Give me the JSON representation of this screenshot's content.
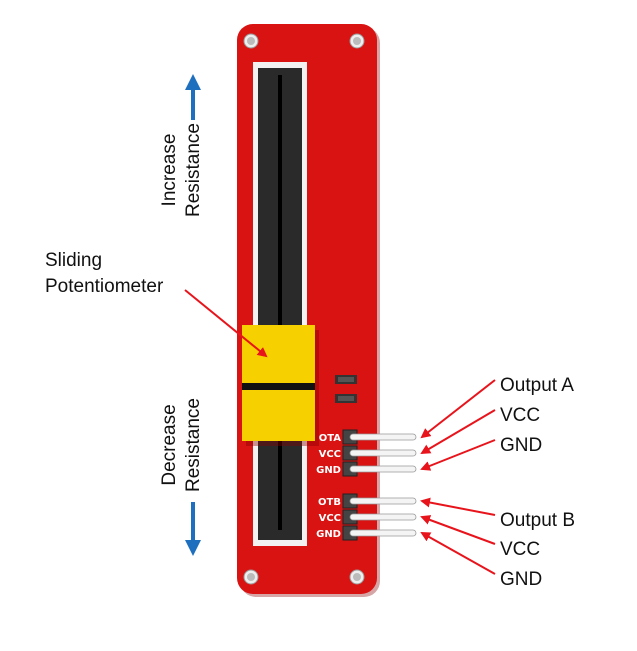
{
  "title_label": [
    "Sliding",
    "Potentiometer"
  ],
  "increase": [
    "Increase",
    "Resistance"
  ],
  "decrease": [
    "Decrease",
    "Resistance"
  ],
  "board_pins": [
    "OTA",
    "VCC",
    "GND",
    "OTB",
    "VCC",
    "GND"
  ],
  "callouts": [
    "Output A",
    "VCC",
    "GND",
    "Output B",
    "VCC",
    "GND"
  ],
  "colors": {
    "board": "#d91212",
    "knob": "#f7d000",
    "arrow_blue": "#1f6fbf",
    "arrow_red": "#e8141c"
  }
}
